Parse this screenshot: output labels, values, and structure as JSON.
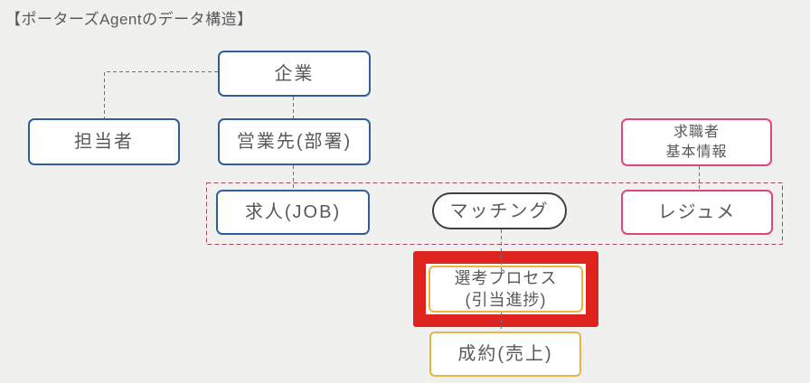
{
  "title": "【ポーターズAgentのデータ構造】",
  "nodes": {
    "company": {
      "label": "企業"
    },
    "person_in_charge": {
      "label": "担当者"
    },
    "sales_department": {
      "label": "営業先(部署)"
    },
    "job_seeker": {
      "line1": "求職者",
      "line2": "基本情報"
    },
    "job": {
      "label": "求人(JOB)"
    },
    "matching": {
      "label": "マッチング"
    },
    "resume": {
      "label": "レジュメ"
    },
    "selection_process": {
      "line1": "選考プロセス",
      "line2": "(引当進捗)"
    },
    "contract": {
      "label": "成約(売上)"
    }
  },
  "groups": [
    {
      "name": "matching-group",
      "members": [
        "job",
        "matching",
        "resume"
      ],
      "style": "dashed-outline"
    }
  ],
  "highlight": {
    "target": "selection_process",
    "style": "thick-red-frame"
  },
  "colors": {
    "background": "#f0f0ee",
    "company_blue_border": "#2f5f9a",
    "candidate_pink_border": "#e0457c",
    "process_yellow_border": "#eab43f",
    "highlight_red": "#df2420",
    "matching_gray_border": "#404040",
    "group_dash_maroon": "#9e4a63",
    "connector_gray": "#707070",
    "text_gray": "#595959",
    "box_fill": "#ffffff"
  }
}
